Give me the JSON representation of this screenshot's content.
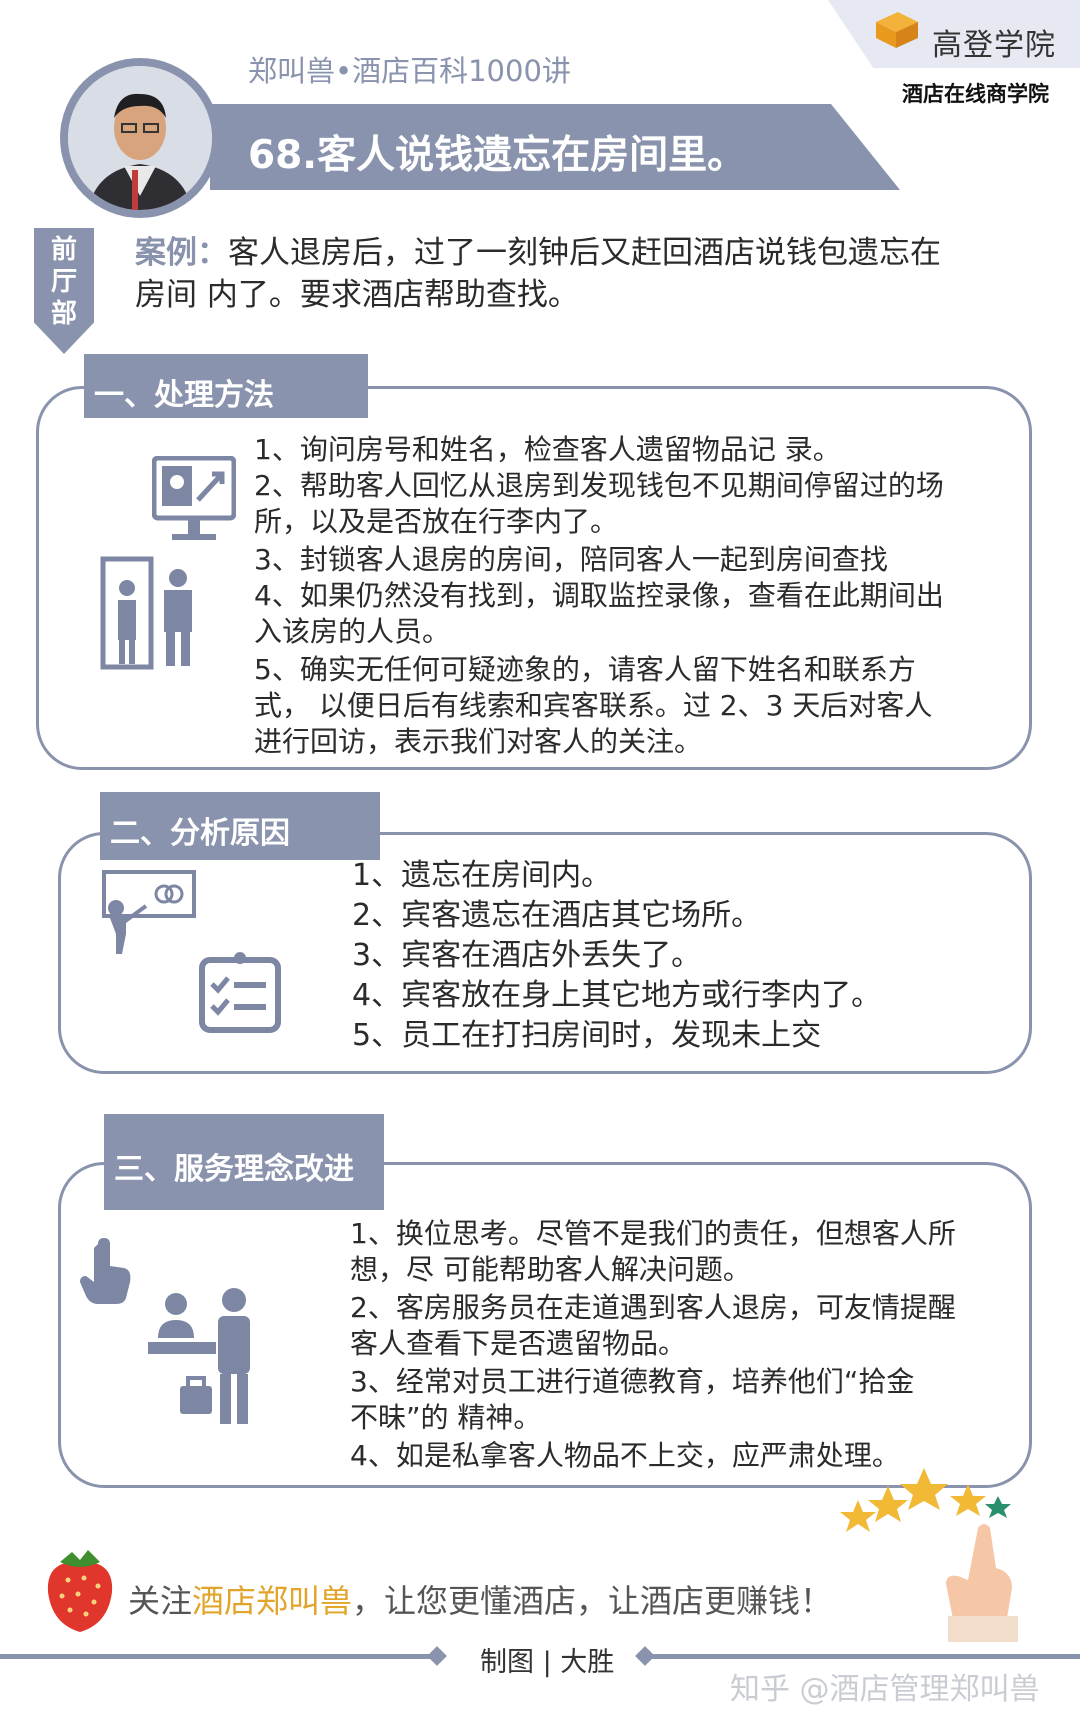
{
  "brand": {
    "name": "高登学院",
    "subtitle": "酒店在线商学院"
  },
  "header": {
    "series": "郑叫兽•酒店百科1000讲",
    "title": "68.客人说钱遗忘在房间里。"
  },
  "department": {
    "lines": [
      "前",
      "厅",
      "部"
    ]
  },
  "case": {
    "label": "案例：",
    "text": "客人退房后，过了一刻钟后又赶回酒店说钱包遗忘在",
    "text2": "房间 内了。要求酒店帮助查找。"
  },
  "section1": {
    "title": "一、处理方法",
    "items": [
      "1、询问房号和姓名，检查客人遗留物品记 录。",
      "2、帮助客人回忆从退房到发现钱包不见期间停留过的场",
      "所，以及是否放在行李内了。",
      " 3、封锁客人退房的房间，陪同客人一起到房间查找",
      "4、如果仍然没有找到，调取监控录像，查看在此期间出",
      "入该房的人员。",
      " 5、确实无任何可疑迹象的，请客人留下姓名和联系方",
      "式， 以便日后有线索和宾客联系。过 2、3 天后对客人",
      "进行回访，表示我们对客人的关注。"
    ]
  },
  "section2": {
    "title": "二、分析原因",
    "items": [
      "1、遗忘在房间内。",
      "2、宾客遗忘在酒店其它场所。",
      " 3、宾客在酒店外丢失了。",
      " 4、宾客放在身上其它地方或行李内了。",
      " 5、员工在打扫房间时，发现未上交"
    ]
  },
  "section3": {
    "title": "三、服务理念改进",
    "items": [
      "1、换位思考。尽管不是我们的责任，但想客人所",
      "想，尽 可能帮助客人解决问题。",
      "2、客房服务员在走道遇到客人退房，可友情提醒",
      "客人查看下是否遗留物品。",
      " 3、经常对员工进行道德教育，培养他们“拾金",
      "不昧”的 精神。",
      "4、如是私拿客人物品不上交，应严肃处理。"
    ]
  },
  "footer": {
    "slogan_pre": "关注",
    "slogan_highlight": "酒店郑叫兽",
    "slogan_post": "，让您更懂酒店，让酒店更赚钱！",
    "credit": "制图 | 大胜",
    "watermark": "知乎 @酒店管理郑叫兽"
  },
  "colors": {
    "accent": "#8a93ad",
    "highlight": "#e2a52b",
    "text": "#2b2b2b"
  },
  "icons": [
    "logo-cube-icon",
    "computer-monitor-icon",
    "security-gate-icon",
    "presentation-icon",
    "checklist-icon",
    "hand-pointer-icon",
    "reception-desk-icon",
    "strawberry-icon",
    "stars-hand-icon"
  ]
}
